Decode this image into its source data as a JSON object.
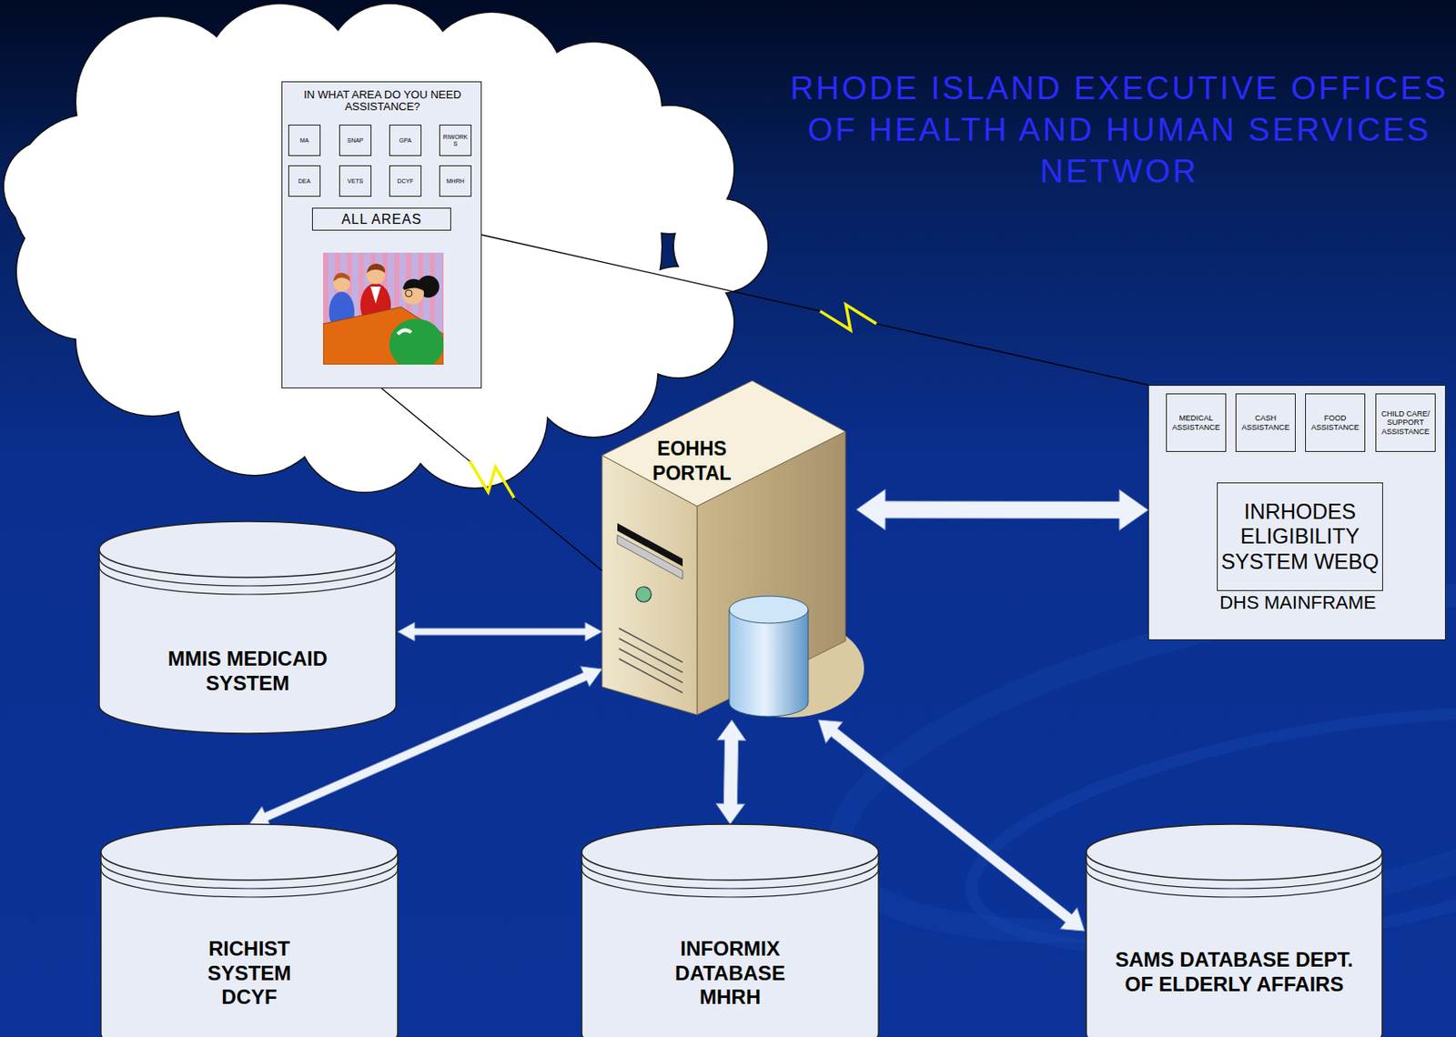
{
  "diagram": {
    "title": "RHODE ISLAND EXECUTIVE OFFICES OF HEALTH AND HUMAN SERVICES NETWOR",
    "nodes": [
      {
        "text": [
          "IN WHAT AREA DO YOU NEED ASSISTANCE?"
        ]
      },
      {
        "text": [
          "MA"
        ],
        "in": 0
      },
      {
        "text": [
          "SNAP"
        ],
        "in": 0
      },
      {
        "text": [
          "GPA"
        ],
        "in": 0
      },
      {
        "text": [
          "RIWORKS"
        ],
        "in": 0
      },
      {
        "text": [
          "DEA"
        ],
        "in": 0
      },
      {
        "text": [
          "VETS"
        ],
        "in": 0
      },
      {
        "text": [
          "DCYF"
        ],
        "in": 0
      },
      {
        "text": [
          "MHRH"
        ],
        "in": 0
      },
      {
        "text": [
          "ALL AREAS"
        ],
        "in": 0
      },
      {
        "text": [
          "EOHHS PORTAL"
        ]
      },
      {
        "text": [
          "DHS MAINFRAME"
        ]
      },
      {
        "text": [
          "MEDICAL ASSISTANCE"
        ],
        "in": 11
      },
      {
        "text": [
          "CASH ASSISTANCE"
        ],
        "in": 11
      },
      {
        "text": [
          "FOOD ASSISTANCE"
        ],
        "in": 11
      },
      {
        "text": [
          "CHILD CARE/ SUPPORT ASSISTANCE"
        ],
        "in": 11
      },
      {
        "text": [
          "INRHODES ELIGIBILITY SYSTEM WEBQ"
        ],
        "in": 11
      },
      {
        "text": [
          "MMIS MEDICAID SYSTEM"
        ]
      },
      {
        "text": [
          "RICHIST SYSTEM DCYF"
        ]
      },
      {
        "text": [
          "INFORMIX DATABASE MHRH"
        ]
      },
      {
        "text": [
          "SAMS DATABASE DEPT. OF ELDERLY AFFAIRS"
        ]
      }
    ],
    "edges": [
      {
        "from": 0,
        "to": 10,
        "arrow": "none"
      },
      {
        "from": 0,
        "to": 11,
        "arrow": "none"
      },
      {
        "from": 10,
        "to": 11,
        "arrow": "both"
      },
      {
        "from": 10,
        "to": 17,
        "arrow": "both"
      },
      {
        "from": 10,
        "to": 18,
        "arrow": "both"
      },
      {
        "from": 10,
        "to": 19,
        "arrow": "both"
      },
      {
        "from": 10,
        "to": 20,
        "arrow": "both"
      }
    ]
  }
}
